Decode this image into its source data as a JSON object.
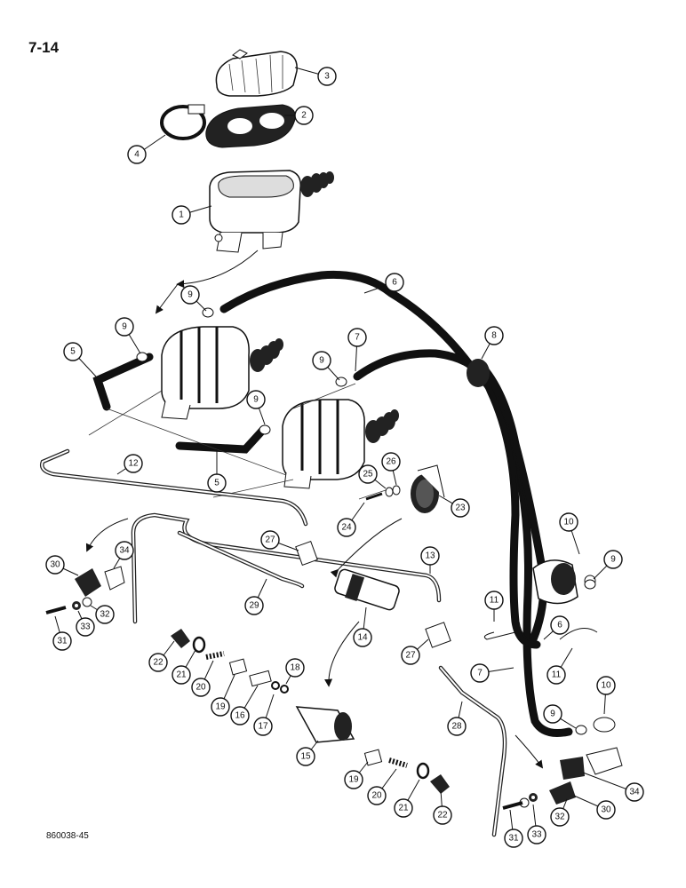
{
  "page": {
    "number": "7-14",
    "figure_id": "860038-45"
  },
  "callouts": [
    {
      "id": "c3",
      "label": "3"
    },
    {
      "id": "c2",
      "label": "2"
    },
    {
      "id": "c4",
      "label": "4"
    },
    {
      "id": "c1",
      "label": "1"
    },
    {
      "id": "c6",
      "label": "6"
    },
    {
      "id": "c9a",
      "label": "9"
    },
    {
      "id": "c9b",
      "label": "9"
    },
    {
      "id": "c5a",
      "label": "5"
    },
    {
      "id": "c7a",
      "label": "7"
    },
    {
      "id": "c8",
      "label": "8"
    },
    {
      "id": "c9c",
      "label": "9"
    },
    {
      "id": "c9d",
      "label": "9"
    },
    {
      "id": "c5b",
      "label": "5"
    },
    {
      "id": "c12",
      "label": "12"
    },
    {
      "id": "c26",
      "label": "26"
    },
    {
      "id": "c25",
      "label": "25"
    },
    {
      "id": "c23",
      "label": "23"
    },
    {
      "id": "c24",
      "label": "24"
    },
    {
      "id": "c10a",
      "label": "10"
    },
    {
      "id": "c9e",
      "label": "9"
    },
    {
      "id": "c30a",
      "label": "30"
    },
    {
      "id": "c34a",
      "label": "34"
    },
    {
      "id": "c27a",
      "label": "27"
    },
    {
      "id": "c13",
      "label": "13"
    },
    {
      "id": "c32a",
      "label": "32"
    },
    {
      "id": "c33a",
      "label": "33"
    },
    {
      "id": "c31a",
      "label": "31"
    },
    {
      "id": "c29",
      "label": "29"
    },
    {
      "id": "c11a",
      "label": "11"
    },
    {
      "id": "c6b",
      "label": "6"
    },
    {
      "id": "c14",
      "label": "14"
    },
    {
      "id": "c27b",
      "label": "27"
    },
    {
      "id": "c7b",
      "label": "7"
    },
    {
      "id": "c11b",
      "label": "11"
    },
    {
      "id": "c22a",
      "label": "22"
    },
    {
      "id": "c21a",
      "label": "21"
    },
    {
      "id": "c20a",
      "label": "20"
    },
    {
      "id": "c18",
      "label": "18"
    },
    {
      "id": "c19a",
      "label": "19"
    },
    {
      "id": "c16",
      "label": "16"
    },
    {
      "id": "c17",
      "label": "17"
    },
    {
      "id": "c10b",
      "label": "10"
    },
    {
      "id": "c9f",
      "label": "9"
    },
    {
      "id": "c28",
      "label": "28"
    },
    {
      "id": "c15",
      "label": "15"
    },
    {
      "id": "c34b",
      "label": "34"
    },
    {
      "id": "c19b",
      "label": "19"
    },
    {
      "id": "c20b",
      "label": "20"
    },
    {
      "id": "c21b",
      "label": "21"
    },
    {
      "id": "c22b",
      "label": "22"
    },
    {
      "id": "c32b",
      "label": "32"
    },
    {
      "id": "c30b",
      "label": "30"
    },
    {
      "id": "c33b",
      "label": "33"
    },
    {
      "id": "c31b",
      "label": "31"
    }
  ]
}
